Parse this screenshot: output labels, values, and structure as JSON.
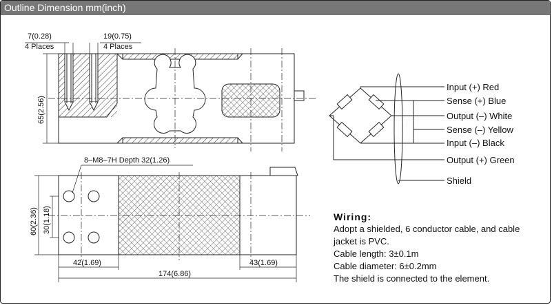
{
  "header": {
    "title": "Outline Dimension mm(inch)"
  },
  "dimensions": {
    "hole_top_left": "7(0.28)",
    "hole_top_right": "19(0.75)",
    "places_left": "4 Places",
    "places_right": "4 Places",
    "height_side": "65(2.56)",
    "thread_note": "8–M8–7H Depth 32(1.26)",
    "width_total": "60(2.36)",
    "width_half": "30(1.18)",
    "left_offset": "42(1.69)",
    "right_offset": "43(1.69)",
    "length_total": "174(6.86)"
  },
  "wires": [
    {
      "label": "Input (+) Red"
    },
    {
      "label": "Sense (+) Blue"
    },
    {
      "label": "Output (–) White"
    },
    {
      "label": "Sense (–) Yellow"
    },
    {
      "label": "Input (–) Black"
    },
    {
      "label": "Output (+) Green"
    },
    {
      "label": "Shield"
    }
  ],
  "wiring": {
    "title": "Wiring:",
    "lines": [
      "Adopt a shielded, 6 conductor cable, and cable",
      "jacket is PVC.",
      "Cable length: 3±0.1m",
      "Cable diameter: 6±0.2mm",
      "The shield is connected to the element."
    ]
  }
}
